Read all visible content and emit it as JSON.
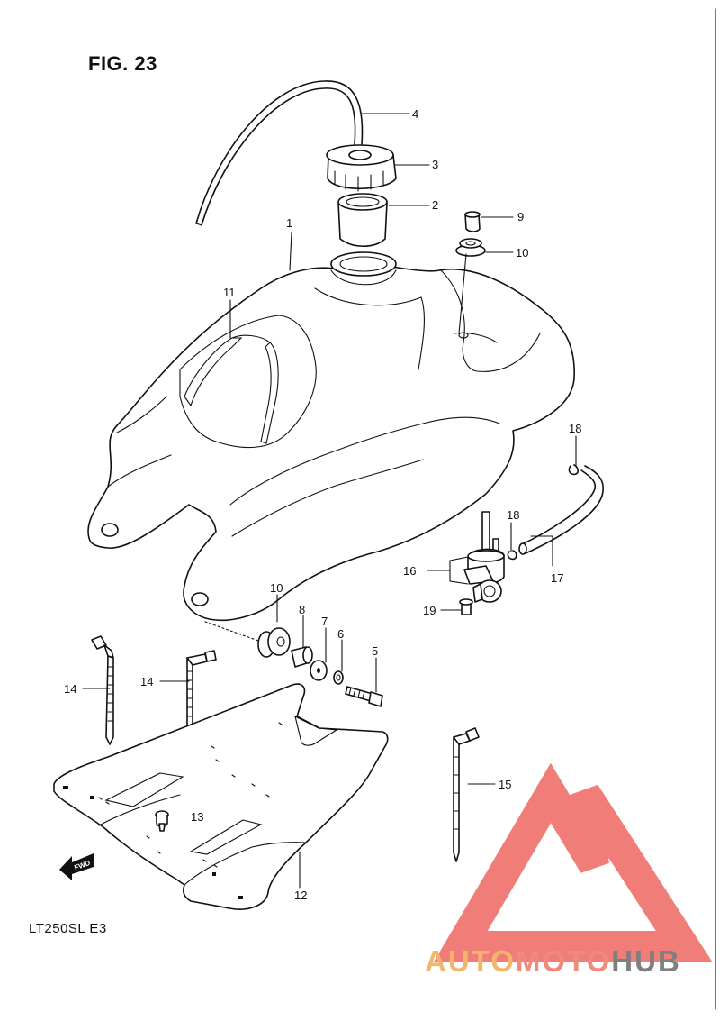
{
  "figure": {
    "title": "FIG. 23",
    "model": "LT250SL  E3"
  },
  "parts": [
    {
      "id": "p1",
      "label": "1"
    },
    {
      "id": "p2",
      "label": "2"
    },
    {
      "id": "p3",
      "label": "3"
    },
    {
      "id": "p4",
      "label": "4"
    },
    {
      "id": "p5",
      "label": "5"
    },
    {
      "id": "p6",
      "label": "6"
    },
    {
      "id": "p7",
      "label": "7"
    },
    {
      "id": "p8",
      "label": "8"
    },
    {
      "id": "p9",
      "label": "9"
    },
    {
      "id": "p10a",
      "label": "10"
    },
    {
      "id": "p10b",
      "label": "10"
    },
    {
      "id": "p11",
      "label": "11"
    },
    {
      "id": "p12",
      "label": "12"
    },
    {
      "id": "p13",
      "label": "13"
    },
    {
      "id": "p14a",
      "label": "14"
    },
    {
      "id": "p14b",
      "label": "14"
    },
    {
      "id": "p15",
      "label": "15"
    },
    {
      "id": "p16",
      "label": "16"
    },
    {
      "id": "p17",
      "label": "17"
    },
    {
      "id": "p18a",
      "label": "18"
    },
    {
      "id": "p18b",
      "label": "18"
    },
    {
      "id": "p19",
      "label": "19"
    }
  ],
  "fwd_marker": "FWD",
  "watermark": {
    "part1": "AUTO",
    "part2": "MOTO",
    "part3": "HUB",
    "logo_color": "#ef6f6a"
  }
}
